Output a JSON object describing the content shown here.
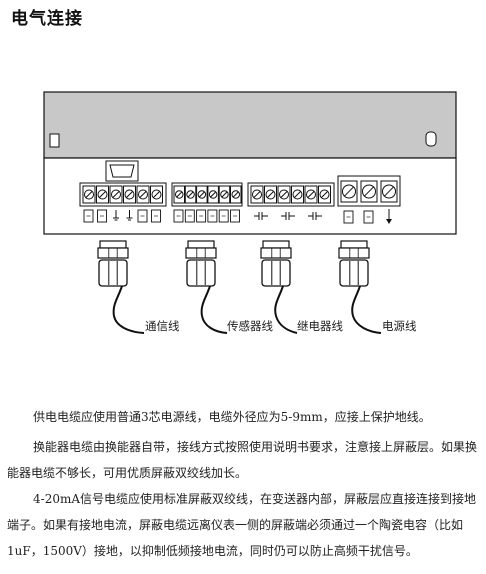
{
  "title": "电气连接",
  "cable_labels": {
    "comm": "通信线",
    "sensor": "传感器线",
    "relay": "继电器线",
    "power": "电源线"
  },
  "paragraphs": [
    "供电电缆应使用普通3芯电源线，电缆外径应为5-9mm，应接上保护地线。",
    "换能器电缆由换能器自带，接线方式按照使用说明书要求，注意接上屏蔽层。如果换能器电缆不够长，可用优质屏蔽双绞线加长。",
    "4-20mA信号电缆应使用标准屏蔽双绞线，在变送器内部，屏蔽层应直接连接到接地端子。如果有接地电流，屏蔽电缆远离仪表一侧的屏蔽端必须通过一个陶瓷电容（比如1uF，1500V）接地，以抑制低频接地电流，同时仍可以防止高频干扰信号。"
  ]
}
